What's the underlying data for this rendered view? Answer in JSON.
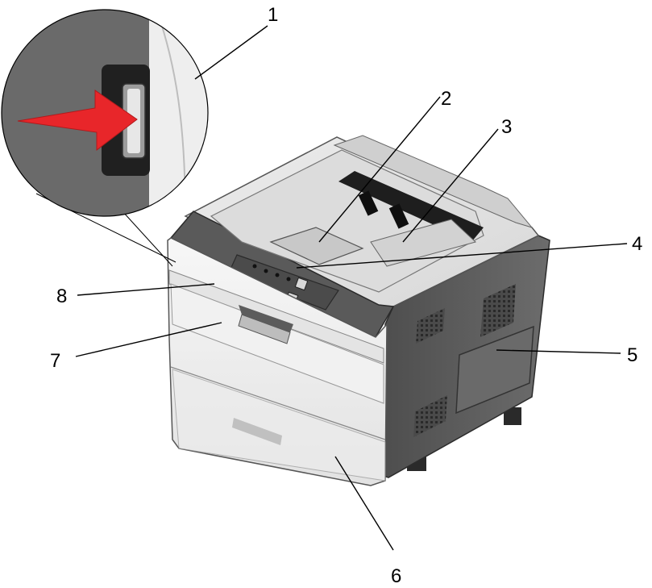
{
  "diagram": {
    "callouts": [
      {
        "label": "1"
      },
      {
        "label": "2"
      },
      {
        "label": "3"
      },
      {
        "label": "4"
      },
      {
        "label": "5"
      },
      {
        "label": "6"
      },
      {
        "label": "7"
      },
      {
        "label": "8"
      }
    ],
    "colors": {
      "printer_body": "#f0f0f0",
      "printer_side": "#5c5c5c",
      "printer_dark": "#3a3a3a",
      "arrow": "#e8262a",
      "background": "#ffffff"
    },
    "icons": [
      "printer-illustration",
      "power-switch-icon",
      "arrow-icon"
    ]
  }
}
